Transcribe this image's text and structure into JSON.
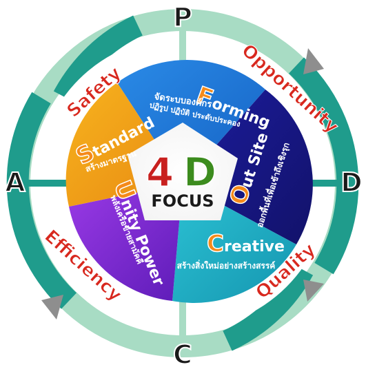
{
  "cycle": {
    "top": "P",
    "right": "D",
    "bottom": "C",
    "left": "A",
    "labels": {
      "top_left": "Safety",
      "top_right": "Opportunity",
      "bottom_left": "Efficiency",
      "bottom_right": "Quality"
    }
  },
  "center": {
    "title_4": "4",
    "title_d": "D",
    "subtitle": "FOCUS"
  },
  "segments": {
    "forming": {
      "initial": "F",
      "rest": "orming",
      "thai_1": "จัดระบบองค์กร",
      "thai_2": "ปฏิรูป ปฏิบัติ ประดับประคอง"
    },
    "outsite": {
      "initial": "O",
      "rest": "ut Site",
      "thai_1": "ออกพื้นที่เพื่อเข้าถึงเชิงรุก"
    },
    "creative": {
      "initial": "C",
      "rest": "reative",
      "thai_1": "สร้างสิ่งใหม่อย่างสร้างสรรค์"
    },
    "unity": {
      "initial": "U",
      "rest": "nity Power",
      "thai_1": "พลังเครือข่ายสามัคคี"
    },
    "standard": {
      "initial": "S",
      "rest": "tandard",
      "thai_1": "สร้างมาตรฐาน"
    }
  },
  "colors": {
    "ring_green": "#a8dcc4",
    "ring_teal": "#1f9c8c",
    "orange": "#f5a01a",
    "blue": "#1e78d8",
    "navy": "#1a1a8a",
    "cyan": "#1fb3c8",
    "purple": "#7a2ad8",
    "red": "#d8281e",
    "green": "#3c8c1e"
  }
}
